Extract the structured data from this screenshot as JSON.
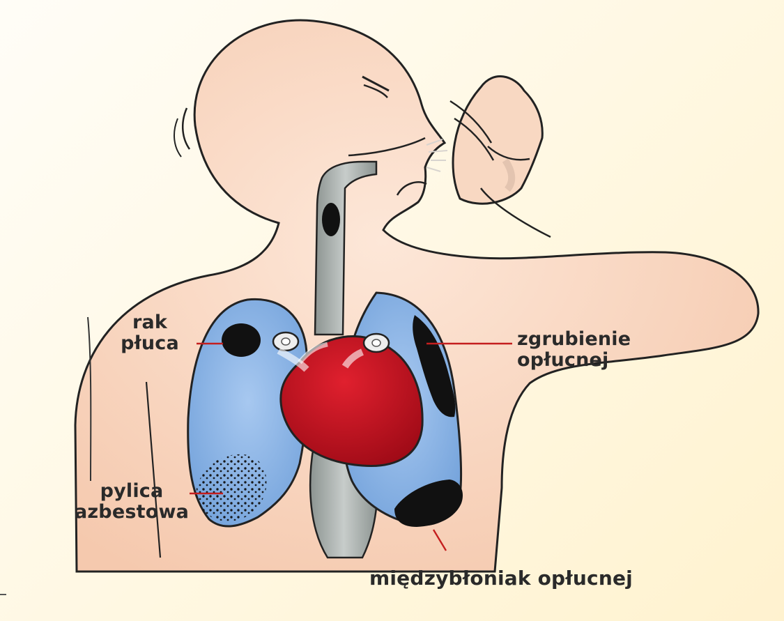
{
  "diagram": {
    "labels": {
      "lung_cancer_line1": "rak",
      "lung_cancer_line2": "płuca",
      "pleural_thickening_line1": "zgrubienie",
      "pleural_thickening_line2": "opłucnej",
      "asbestosis_line1": "pylica",
      "asbestosis_line2": "azbestowa",
      "mesothelioma": "międzybłoniak opłucnej"
    },
    "colors": {
      "background": "#fff8e8",
      "skin": "#f8d8c2",
      "lung": "#8fb6e6",
      "heart": "#c8101f",
      "trachea": "#9ea7a4",
      "lesion": "#111111",
      "leader_line": "#c41e1e"
    },
    "icons": [
      "human-figure-icon",
      "lungs-icon",
      "heart-icon",
      "trachea-icon",
      "hand-icon"
    ]
  }
}
